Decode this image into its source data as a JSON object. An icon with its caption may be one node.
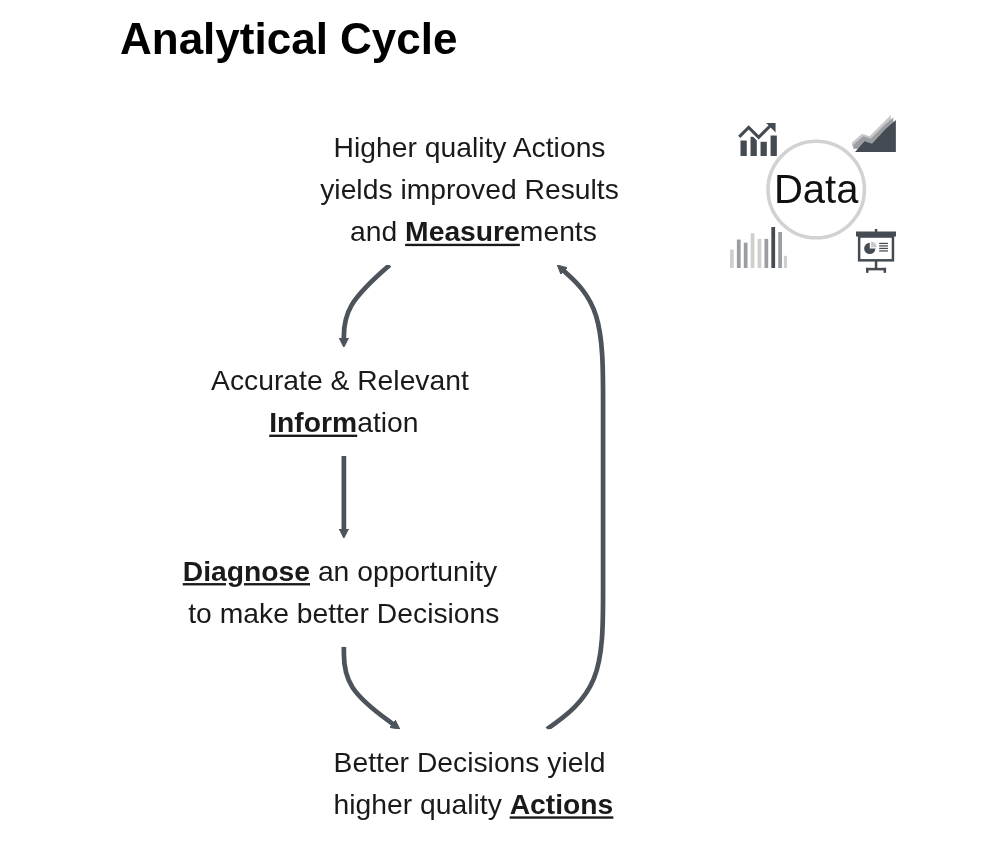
{
  "diagram": {
    "title": "Analytical Cycle",
    "nodes": [
      {
        "text": [
          "Higher quality Actions yields improved Results and **Measure**ments"
        ]
      },
      {
        "text": [
          "Accurate & Relevant **Inform**ation"
        ]
      },
      {
        "text": [
          "Data"
        ]
      },
      {
        "text": [
          "Better Decisions yield higher quality **Actions**"
        ]
      },
      {
        "text": [
          "**Diagnose** an opportunity to make better Decisions"
        ]
      }
    ],
    "edges": [
      {
        "from": 0,
        "to": 1,
        "arrow": "to"
      },
      {
        "from": 1,
        "to": 4,
        "arrow": "to"
      },
      {
        "from": 4,
        "to": 3,
        "arrow": "to"
      },
      {
        "from": 3,
        "to": 0,
        "arrow": "to"
      }
    ]
  }
}
